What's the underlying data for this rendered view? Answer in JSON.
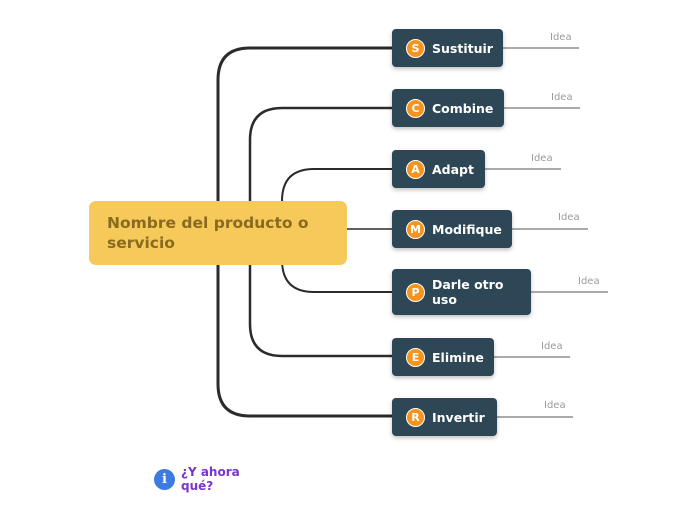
{
  "central_topic": "Nombre del producto o servicio",
  "branches": [
    {
      "letter": "S",
      "label": "Sustituir",
      "idea": "Idea"
    },
    {
      "letter": "C",
      "label": "Combine",
      "idea": "Idea"
    },
    {
      "letter": "A",
      "label": "Adapt",
      "idea": "Idea"
    },
    {
      "letter": "M",
      "label": "Modifique",
      "idea": "Idea"
    },
    {
      "letter": "P",
      "label": "Darle otro uso",
      "idea": "Idea"
    },
    {
      "letter": "E",
      "label": "Elimine",
      "idea": "Idea"
    },
    {
      "letter": "R",
      "label": "Invertir",
      "idea": "Idea"
    }
  ],
  "help": {
    "icon": "info-icon",
    "text": "¿Y ahora qué?"
  },
  "colors": {
    "central_bg": "#f5c95a",
    "central_text": "#8a6a20",
    "node_bg": "#2e4756",
    "badge": "#f7941d",
    "help_text": "#7a35c9",
    "info_icon": "#3d7be0"
  }
}
